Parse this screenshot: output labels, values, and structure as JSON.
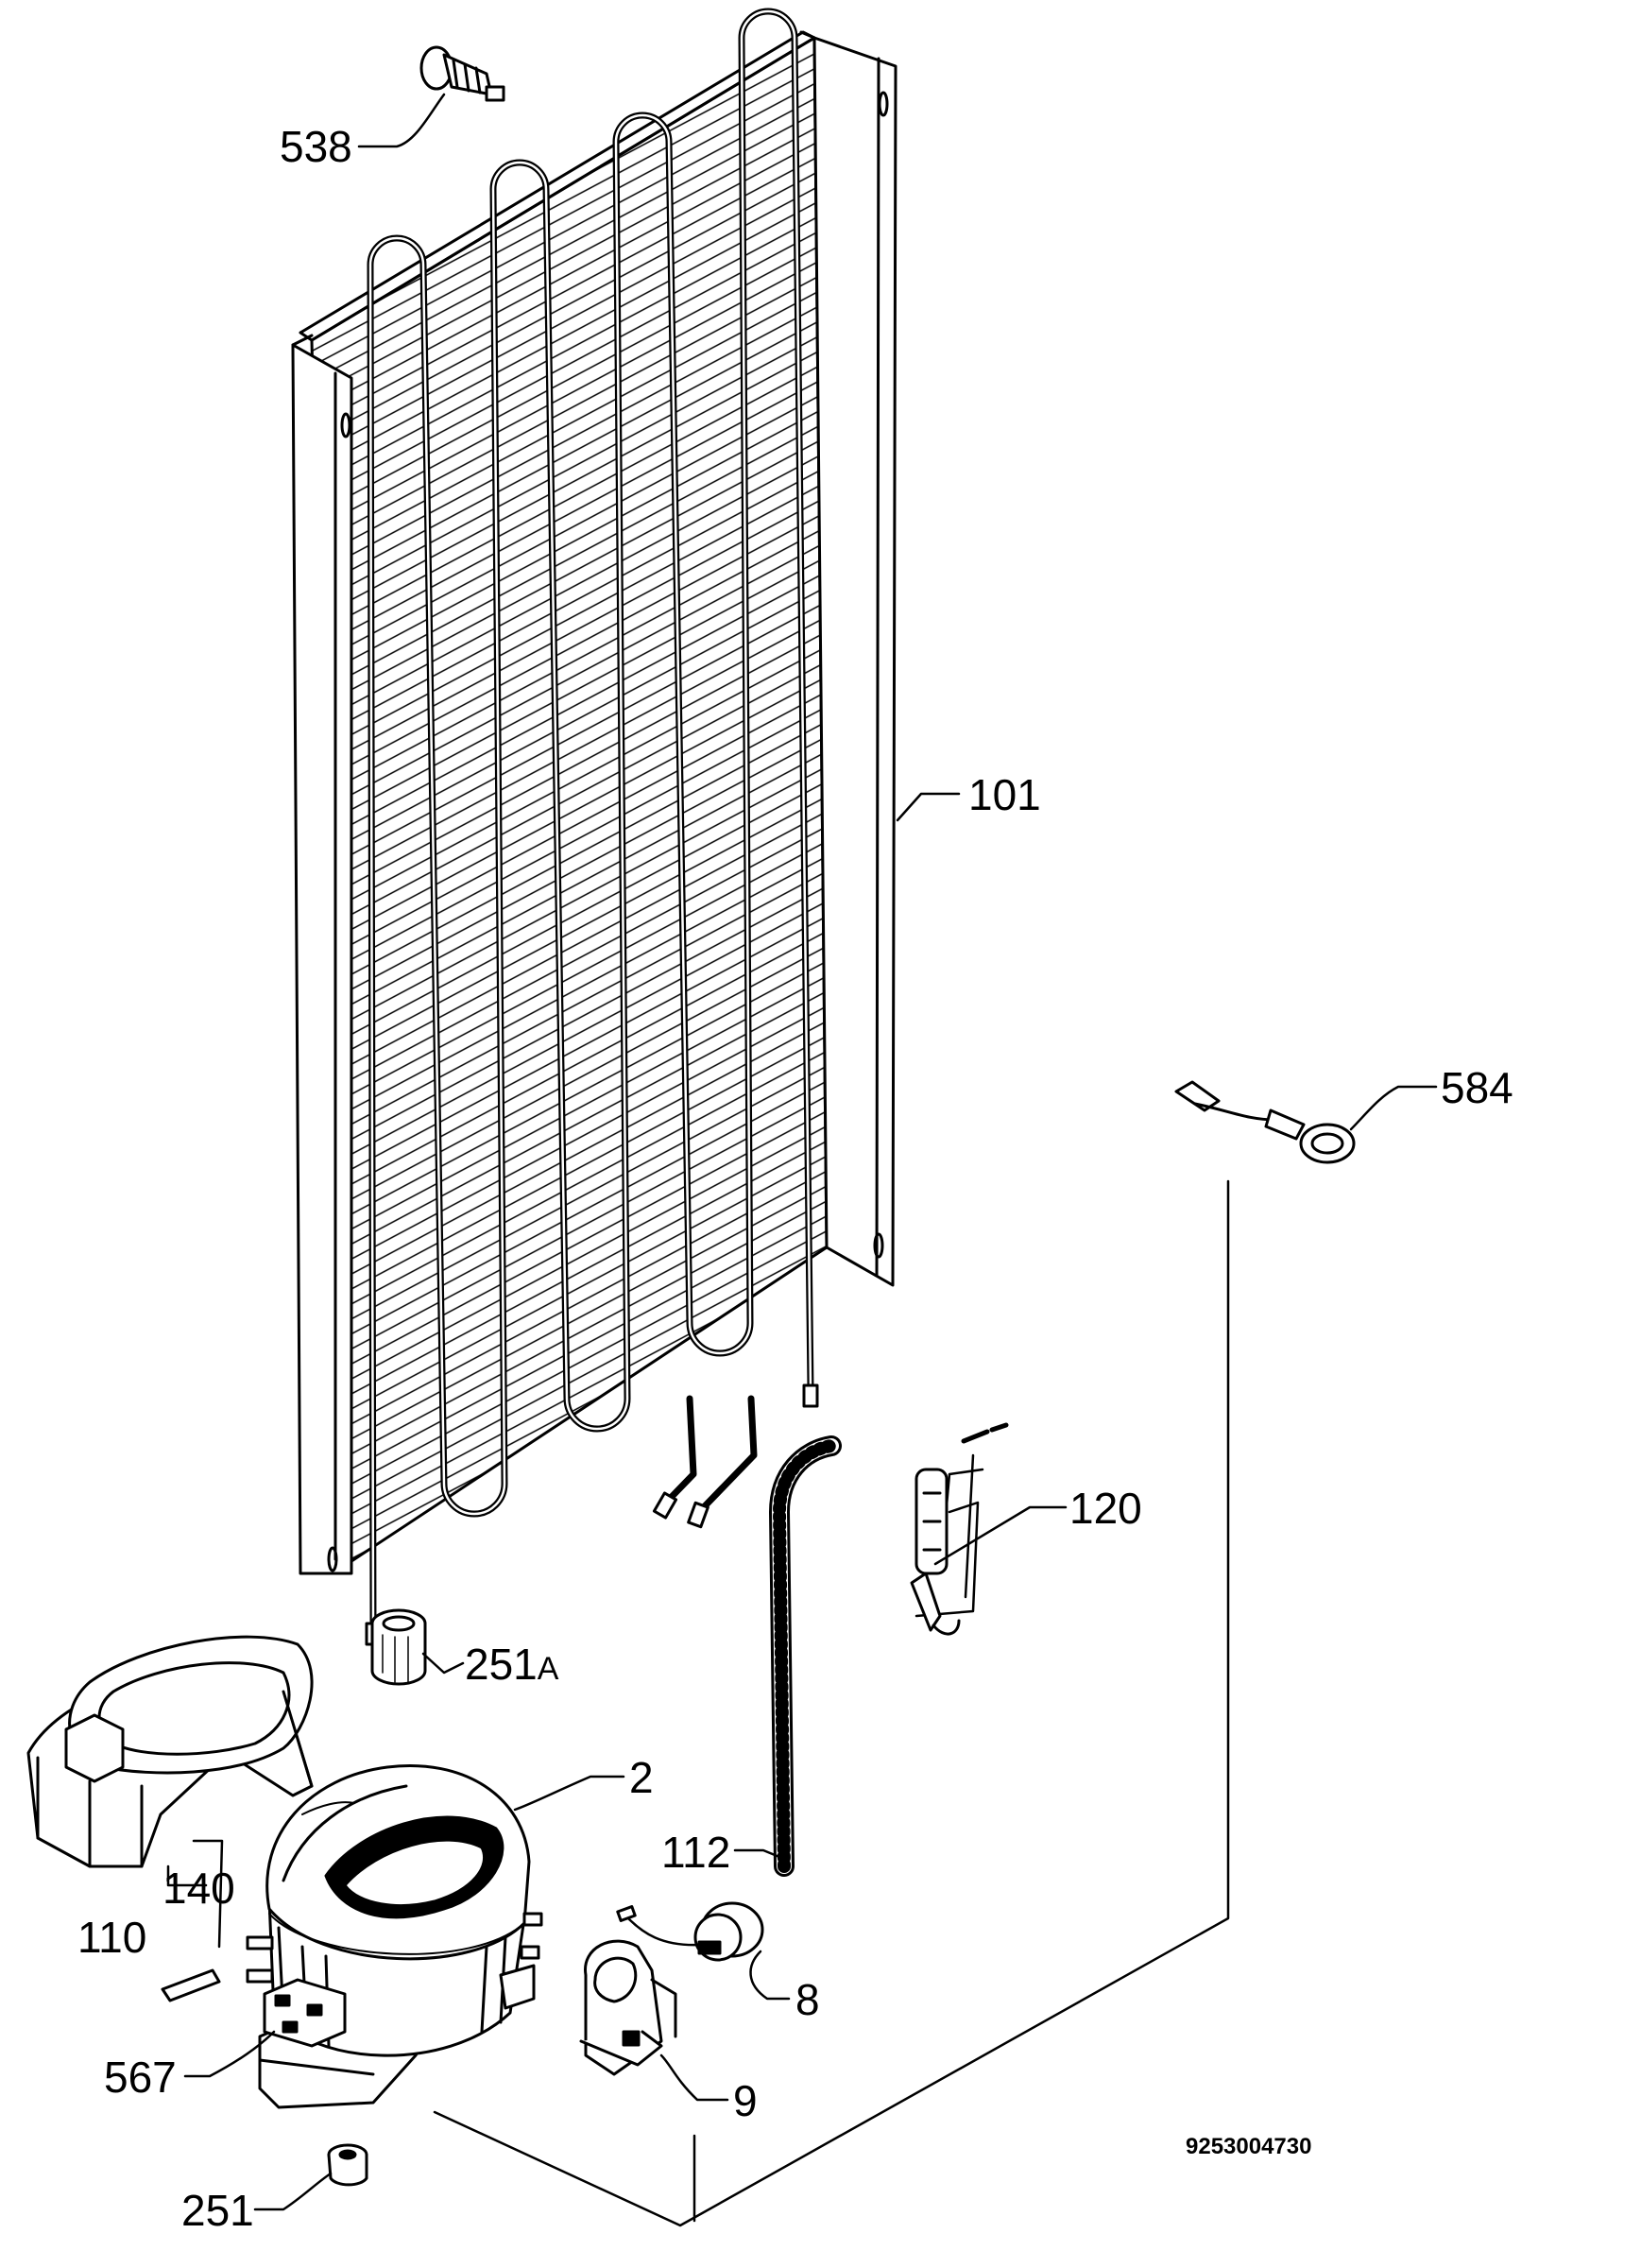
{
  "callouts": {
    "c538": "538",
    "c101": "101",
    "c584": "584",
    "c120": "120",
    "c251a_main": "251",
    "c251a_suffix": "A",
    "c2": "2",
    "c112": "112",
    "c140": "140",
    "c110": "110",
    "c8": "8",
    "c567": "567",
    "c9": "9",
    "c251": "251"
  },
  "document_number": "9253004730",
  "colors": {
    "ink": "#000000",
    "paper": "#ffffff"
  }
}
